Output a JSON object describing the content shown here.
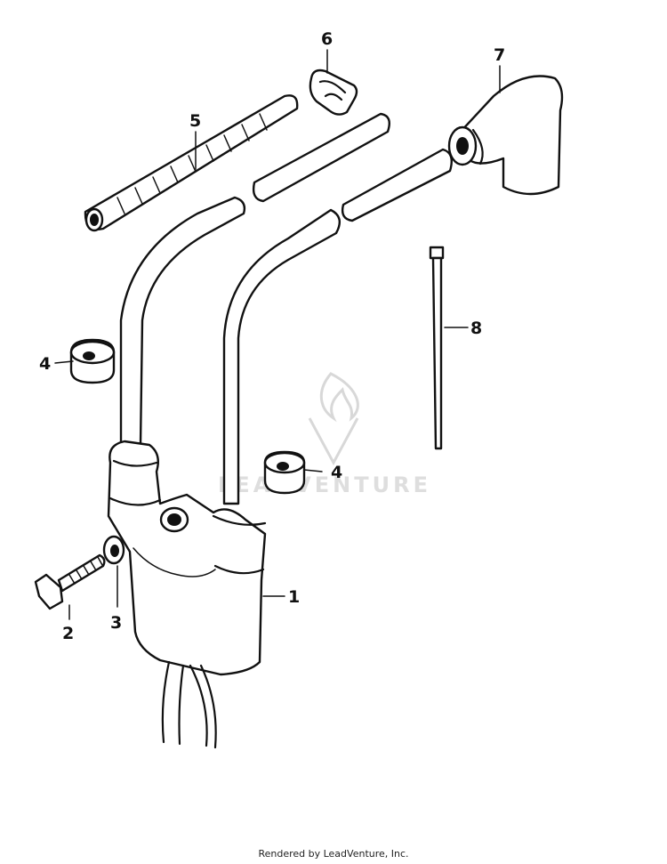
{
  "watermark": {
    "text": "LEADVENTURE"
  },
  "callouts": {
    "p1": "1",
    "p2": "2",
    "p3": "3",
    "p4a": "4",
    "p4b": "4",
    "p5": "5",
    "p6": "6",
    "p7": "7",
    "p8": "8"
  },
  "footer": {
    "text": "Rendered by LeadVenture, Inc."
  }
}
